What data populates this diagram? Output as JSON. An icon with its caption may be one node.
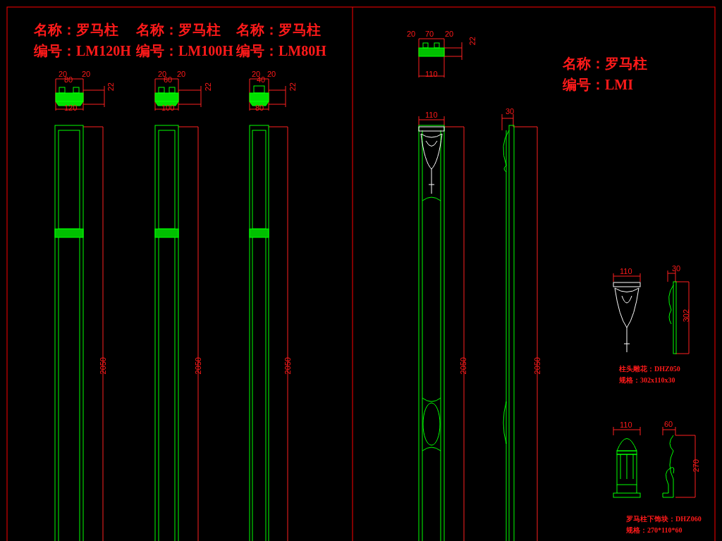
{
  "diagram": {
    "labels": [
      "名称：罗马柱",
      "名称：罗马柱",
      "名称：罗马柱",
      "编号：LM120H",
      "编号：LM100H",
      "编号：LM80H",
      "20",
      "80",
      "20",
      "22",
      "120",
      "20",
      "60",
      "20",
      "22",
      "100",
      "20",
      "40",
      "20",
      "22",
      "80",
      "2050",
      "2050",
      "2050",
      "20",
      "70",
      "20",
      "22",
      "110",
      "名称：罗马柱",
      "编号：LMI",
      "110",
      "30",
      "2050",
      "2050",
      "110",
      "30",
      "302",
      "柱头雕花：DHZ050",
      "规格：302x110x30",
      "110",
      "60",
      "270",
      "罗马柱下饰块：DHZ060",
      "规格：270*110*60"
    ]
  }
}
